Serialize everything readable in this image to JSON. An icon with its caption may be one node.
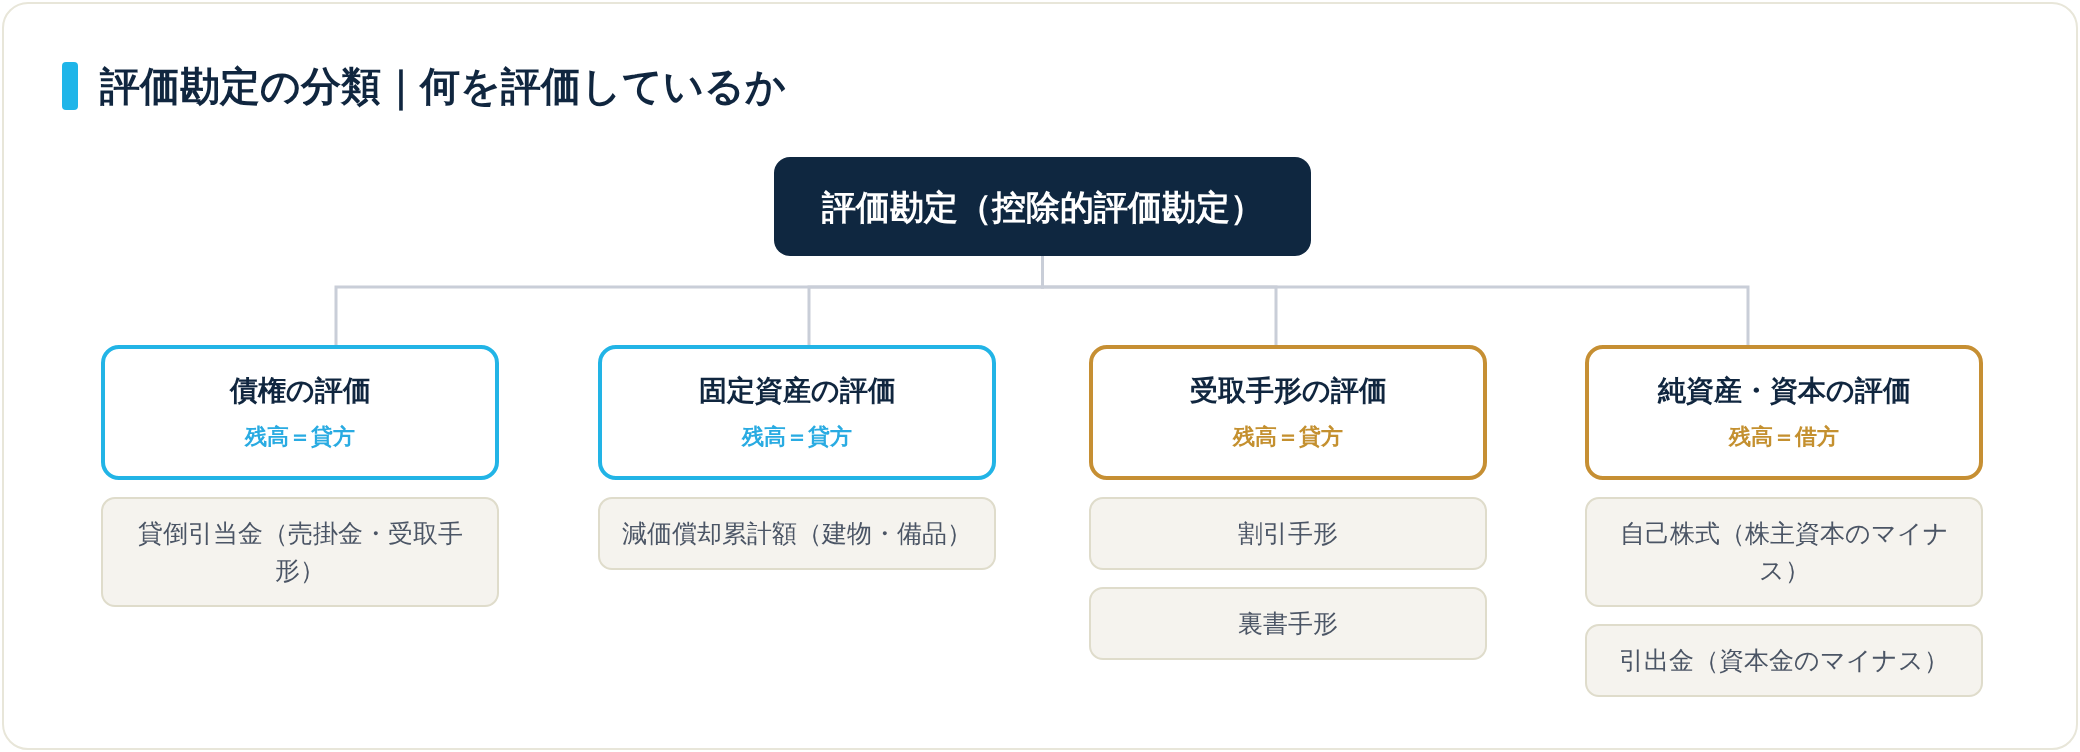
{
  "diagram": {
    "title": "評価勘定の分類｜何を評価しているか",
    "nodes": [
      {
        "text": [
          "評価勘定（控除的評価勘定）"
        ]
      },
      {
        "text": [
          "債権の評価",
          "残高＝貸方"
        ]
      },
      {
        "text": [
          "貸倒引当金（売掛金・受取手形）"
        ]
      },
      {
        "text": [
          "固定資産の評価",
          "残高＝貸方"
        ]
      },
      {
        "text": [
          "減価償却累計額（建物・備品）"
        ]
      },
      {
        "text": [
          "受取手形の評価",
          "残高＝貸方"
        ]
      },
      {
        "text": [
          "割引手形"
        ]
      },
      {
        "text": [
          "裏書手形"
        ]
      },
      {
        "text": [
          "純資産・資本の評価",
          "残高＝借方"
        ]
      },
      {
        "text": [
          "自己株式（株主資本のマイナス）"
        ]
      },
      {
        "text": [
          "引出金（資本金のマイナス）"
        ]
      }
    ],
    "edges": [
      {
        "from": 0,
        "to": 1,
        "arrow": "none"
      },
      {
        "from": 0,
        "to": 3,
        "arrow": "none"
      },
      {
        "from": 0,
        "to": 5,
        "arrow": "none"
      },
      {
        "from": 0,
        "to": 8,
        "arrow": "none"
      }
    ]
  }
}
